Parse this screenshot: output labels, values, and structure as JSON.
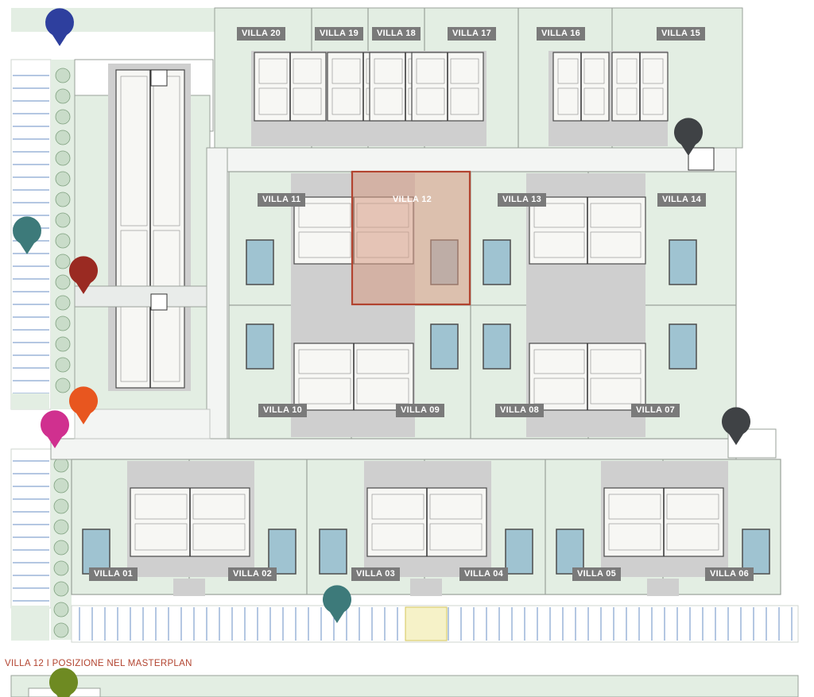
{
  "caption": "VILLA 12  I  POSIZIONE NEL MASTERPLAN",
  "highlighted_villa": "VILLA 12",
  "colors": {
    "lot_green": "#e3eee3",
    "lot_border": "#9aa19a",
    "road": "#f3f5f3",
    "paving": "#cfcfcf",
    "pool": "#9fc3d1",
    "highlight_fill": "#d79a84",
    "highlight_border": "#b2432f",
    "label_bg": "#7a7a7a",
    "caption": "#b2432f"
  },
  "villas": [
    {
      "id": "villa-20",
      "label": "VILLA 20"
    },
    {
      "id": "villa-19",
      "label": "VILLA 19"
    },
    {
      "id": "villa-18",
      "label": "VILLA 18"
    },
    {
      "id": "villa-17",
      "label": "VILLA 17"
    },
    {
      "id": "villa-16",
      "label": "VILLA 16"
    },
    {
      "id": "villa-15",
      "label": "VILLA 15"
    },
    {
      "id": "villa-11",
      "label": "VILLA 11"
    },
    {
      "id": "villa-12",
      "label": "VILLA 12"
    },
    {
      "id": "villa-13",
      "label": "VILLA 13"
    },
    {
      "id": "villa-14",
      "label": "VILLA 14"
    },
    {
      "id": "villa-10",
      "label": "VILLA 10"
    },
    {
      "id": "villa-09",
      "label": "VILLA 09"
    },
    {
      "id": "villa-08",
      "label": "VILLA 08"
    },
    {
      "id": "villa-07",
      "label": "VILLA 07"
    },
    {
      "id": "villa-01",
      "label": "VILLA 01"
    },
    {
      "id": "villa-02",
      "label": "VILLA 02"
    },
    {
      "id": "villa-03",
      "label": "VILLA 03"
    },
    {
      "id": "villa-04",
      "label": "VILLA 04"
    },
    {
      "id": "villa-05",
      "label": "VILLA 05"
    },
    {
      "id": "villa-06",
      "label": "VILLA 06"
    }
  ],
  "markers": [
    {
      "id": "blue",
      "color": "#2e3f9e"
    },
    {
      "id": "teal-left",
      "color": "#3d7a7a"
    },
    {
      "id": "dark-red",
      "color": "#9a2a22"
    },
    {
      "id": "orange",
      "color": "#e8561f"
    },
    {
      "id": "magenta",
      "color": "#d0308f"
    },
    {
      "id": "dark-top-right",
      "color": "#3f4245"
    },
    {
      "id": "dark-mid-right",
      "color": "#3f4245"
    },
    {
      "id": "teal-bottom",
      "color": "#3d7a7a"
    },
    {
      "id": "olive",
      "color": "#6e8a22"
    }
  ]
}
